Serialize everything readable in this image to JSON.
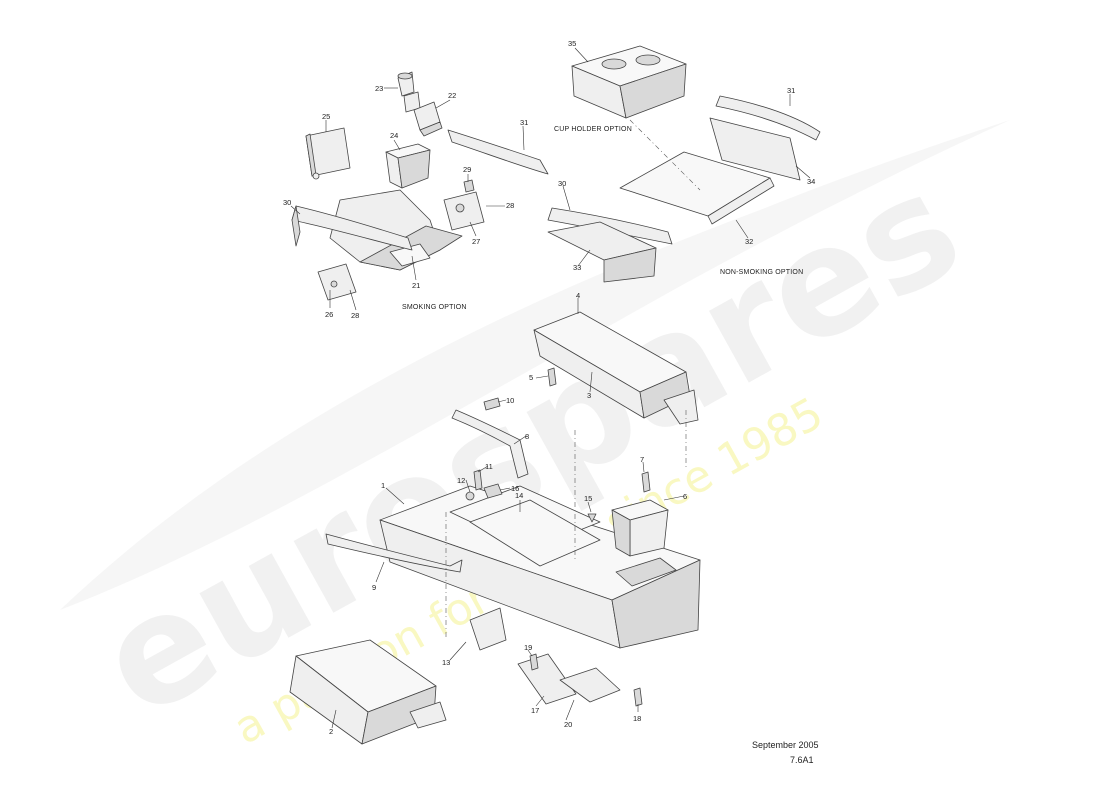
{
  "section_labels": {
    "cup_holder": "CUP HOLDER OPTION",
    "non_smoking": "NON-SMOKING OPTION",
    "smoking": "SMOKING OPTION"
  },
  "callouts": {
    "p1": "1",
    "p2": "2",
    "p3": "3",
    "p4": "4",
    "p5": "5",
    "p6": "6",
    "p7": "7",
    "p8": "8",
    "p9": "9",
    "p10": "10",
    "p11": "11",
    "p12": "12",
    "p13": "13",
    "p14": "14",
    "p15": "15",
    "p16": "16",
    "p17": "17",
    "p18": "18",
    "p19": "19",
    "p20": "20",
    "p21": "21",
    "p22": "22",
    "p23": "23",
    "p24": "24",
    "p25": "25",
    "p26": "26",
    "p27": "27",
    "p28a": "28",
    "p28b": "28",
    "p29": "29",
    "p30a": "30",
    "p30b": "30",
    "p31a": "31",
    "p31b": "31",
    "p32": "32",
    "p33": "33",
    "p34": "34",
    "p35": "35"
  },
  "watermark": {
    "brand": "eurospares",
    "tagline": "a passion for parts since 1985"
  },
  "footer": {
    "date": "September 2005",
    "ref": "7.6A1"
  }
}
